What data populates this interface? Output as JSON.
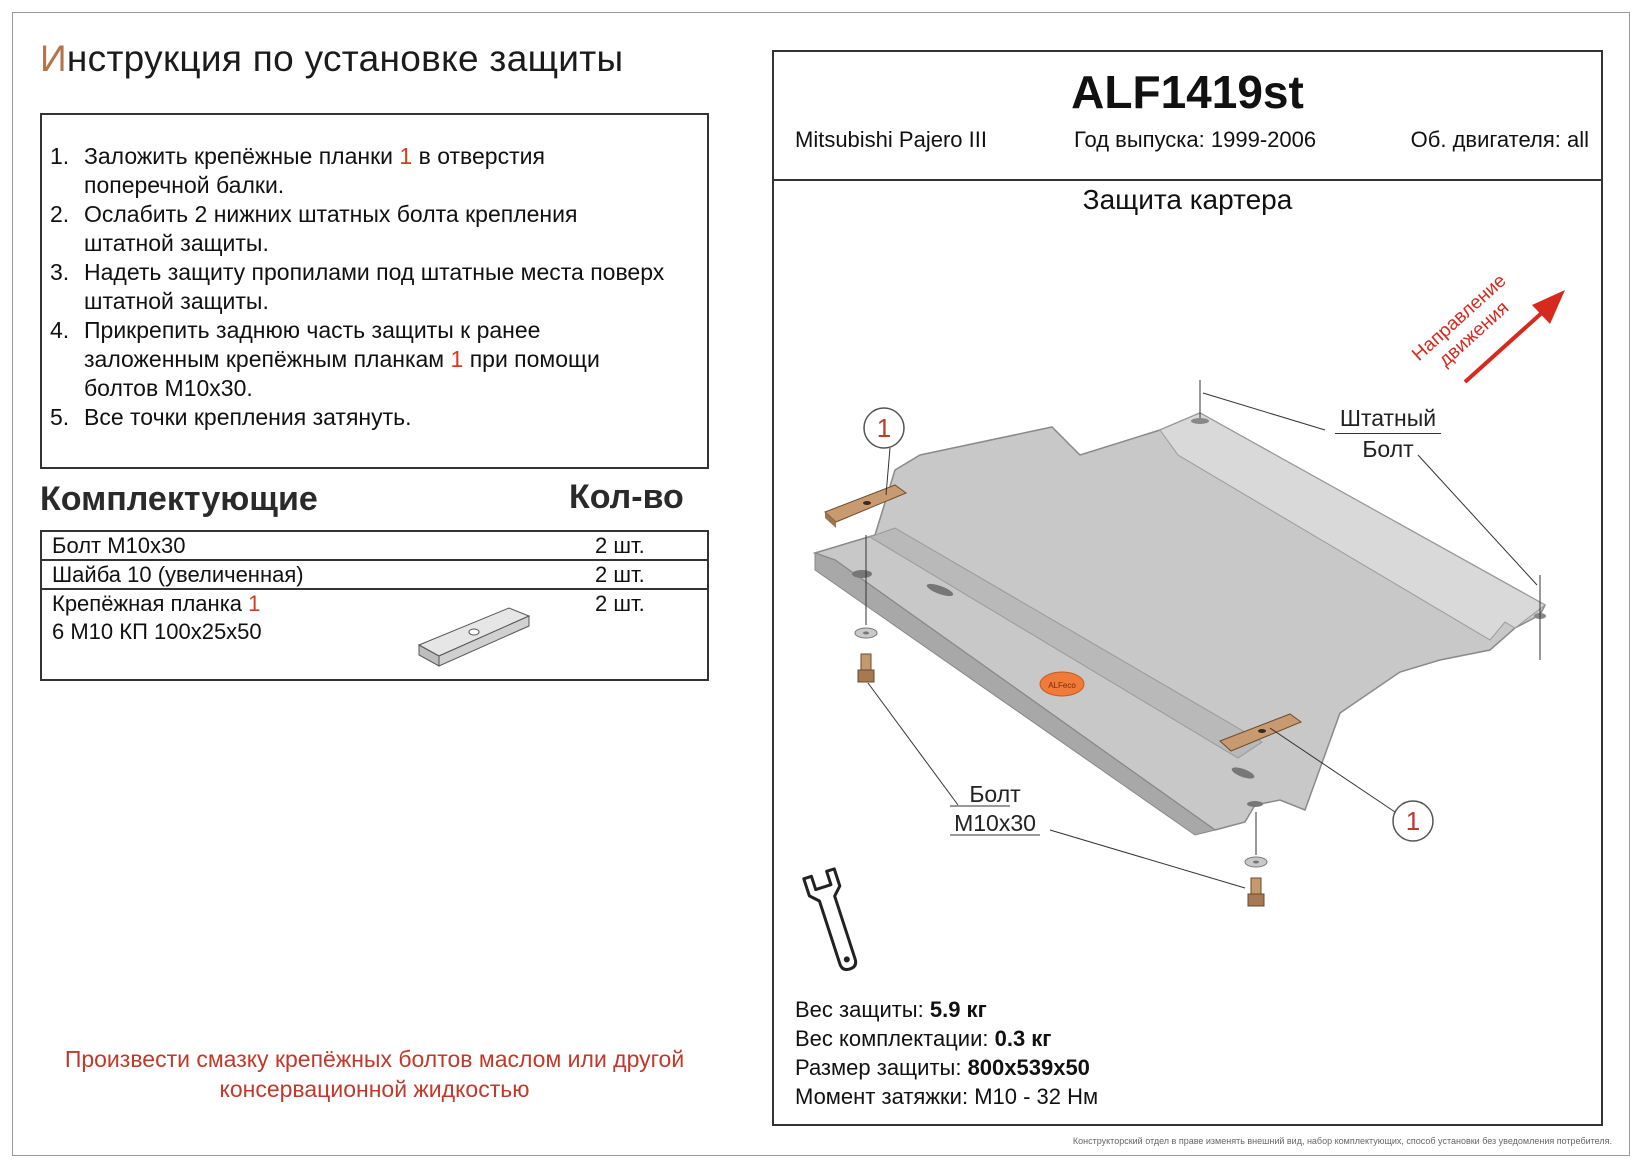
{
  "title": {
    "first_letter": "И",
    "rest": "нструкция по установке защиты"
  },
  "steps": [
    {
      "num": "1.",
      "pre": "Заложить крепёжные планки ",
      "ref": "1",
      "post": " в отверстия поперечной балки."
    },
    {
      "num": "2.",
      "pre": "Ослабить 2 нижних штатных болта крепления штатной защиты.",
      "ref": "",
      "post": ""
    },
    {
      "num": "3.",
      "pre": "Надеть защиту пропилами  под штатные места поверх штатной защиты.",
      "ref": "",
      "post": ""
    },
    {
      "num": "4.",
      "pre": "Прикрепить заднюю часть защиты к ранее заложенным крепёжным планкам ",
      "ref": "1",
      "post": " при помощи болтов М10х30."
    },
    {
      "num": "5.",
      "pre": "Все точки крепления затянуть.",
      "ref": "",
      "post": ""
    }
  ],
  "kit": {
    "heading": "Комплектующие",
    "qty_heading": "Кол-во",
    "items": [
      {
        "name": "Болт М10х30",
        "qty": "2 шт."
      },
      {
        "name": "Шайба 10 (увеличенная)",
        "qty": "2 шт."
      },
      {
        "name_line1": "Крепёжная планка ",
        "ref": "1",
        "name_line2": "6 М10 КП 100х25х50",
        "qty": "2 шт."
      }
    ]
  },
  "note": {
    "line1": "Произвести смазку крепёжных болтов маслом или другой",
    "line2": "консервационной жидкостью"
  },
  "product": {
    "code": "ALF1419st",
    "model": "Mitsubishi Pajero III",
    "year": "Год выпуска: 1999-2006",
    "engine": "Об. двигателя: all",
    "name": "Защита картера"
  },
  "diagram": {
    "direction_line1": "Направление",
    "direction_line2": "движения",
    "stock_bolt_line1": "Штатный",
    "stock_bolt_line2": "Болт",
    "bolt_line1": "Болт",
    "bolt_line2": "М10х30",
    "callout": "1",
    "logo_text": "ALFeco",
    "colors": {
      "plate": "#c9c9c9",
      "plate_edge": "#8e8e8e",
      "bracket": "#c89a72",
      "arrow": "#d62a1e",
      "logo": "#f07a3a"
    }
  },
  "specs": [
    {
      "label": "Вес защиты: ",
      "value": "5.9 кг"
    },
    {
      "label": "Вес комплектации: ",
      "value": "0.3 кг"
    },
    {
      "label": "Размер защиты: ",
      "value": "800х539х50"
    },
    {
      "label": "Момент затяжки:  ",
      "value": "М10 - 32 Нм"
    }
  ],
  "disclaimer": "Конструкторский отдел в праве изменять внешний вид, набор комплектующих, способ установки без уведомления потребителя."
}
